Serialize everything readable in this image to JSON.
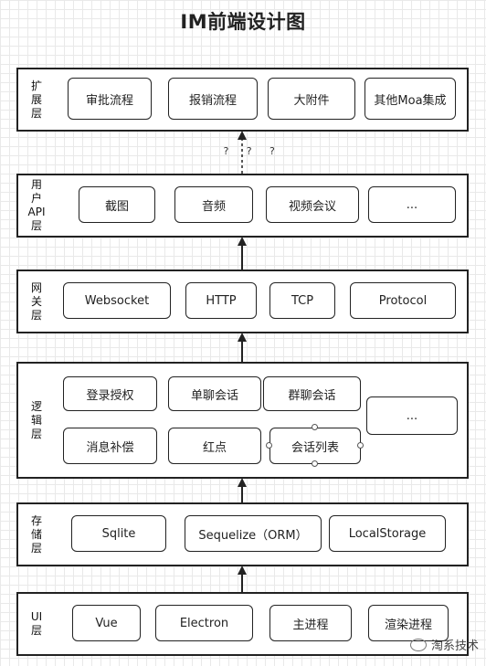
{
  "title": "IM前端设计图",
  "layers": {
    "extension": {
      "label": "扩展层",
      "nodes": [
        "审批流程",
        "报销流程",
        "大附件",
        "其他Moa集成"
      ]
    },
    "user_api": {
      "label": "用户API层",
      "nodes": [
        "截图",
        "音频",
        "视频会议",
        "..."
      ]
    },
    "gateway": {
      "label": "网关层",
      "nodes": [
        "Websocket",
        "HTTP",
        "TCP",
        "Protocol"
      ]
    },
    "logic": {
      "label": "逻辑层",
      "nodes": [
        "登录授权",
        "单聊会话",
        "群聊会话",
        "消息补偿",
        "红点",
        "会话列表",
        "..."
      ]
    },
    "storage": {
      "label": "存储层",
      "nodes": [
        "Sqlite",
        "Sequelize（ORM）",
        "LocalStorage"
      ]
    },
    "ui": {
      "label": "UI层",
      "nodes": [
        "Vue",
        "Electron",
        "主进程",
        "渲染进程"
      ]
    }
  },
  "unknown_link": "? ? ?",
  "watermark": "淘系技术",
  "watermark_icon": "wechat-icon"
}
